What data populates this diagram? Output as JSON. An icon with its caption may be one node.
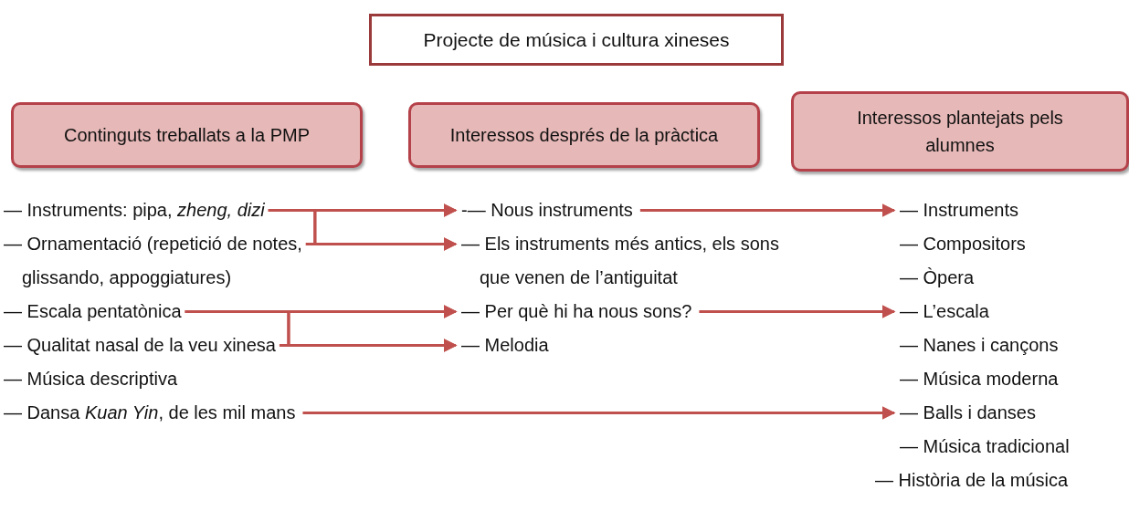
{
  "diagram": {
    "nodes": [
      {
        "text": [
          "Projecte de música i cultura xineses"
        ]
      },
      {
        "text": [
          "Continguts treballats a la PMP"
        ]
      },
      {
        "text": [
          "Interessos després de la pràctica"
        ]
      },
      {
        "text": [
          "Interessos plantejats pels alumnes"
        ]
      },
      {
        "text": [
          "— Instruments: pipa, *zheng, dizi*"
        ]
      },
      {
        "text": [
          "— Ornamentació (repetició de notes, glissando, appoggiatures)"
        ]
      },
      {
        "text": [
          "— Escala pentatònica"
        ]
      },
      {
        "text": [
          "— Qualitat nasal de la veu xinesa"
        ]
      },
      {
        "text": [
          "— Dansa *Kuan Yin*, de les mil mans"
        ]
      },
      {
        "text": [
          "-— Nous instruments"
        ]
      },
      {
        "text": [
          "— Els instruments més antics, els sons que venen de l’antiguitat"
        ]
      },
      {
        "text": [
          "— Per què hi ha nous sons?"
        ]
      },
      {
        "text": [
          "— Melodia"
        ]
      },
      {
        "text": [
          "— Instruments"
        ]
      },
      {
        "text": [
          "— L’escala"
        ]
      },
      {
        "text": [
          "— Balls i danses"
        ]
      }
    ],
    "edges": [
      {
        "from": 4,
        "to": 9,
        "arrow": "to"
      },
      {
        "from": 4,
        "to": 10,
        "arrow": "to"
      },
      {
        "from": 5,
        "to": 9,
        "arrow": "to"
      },
      {
        "from": 5,
        "to": 10,
        "arrow": "to"
      },
      {
        "from": 6,
        "to": 11,
        "arrow": "to"
      },
      {
        "from": 6,
        "to": 12,
        "arrow": "to"
      },
      {
        "from": 7,
        "to": 11,
        "arrow": "to"
      },
      {
        "from": 7,
        "to": 12,
        "arrow": "to"
      },
      {
        "from": 9,
        "to": 13,
        "arrow": "to"
      },
      {
        "from": 11,
        "to": 14,
        "arrow": "to"
      },
      {
        "from": 8,
        "to": 15,
        "arrow": "to"
      }
    ],
    "labels": [
      "— Música descriptiva",
      "— Compositors",
      "— Òpera",
      "— Nanes i cançons",
      "— Música moderna",
      "— Música tradicional",
      "— Història de la música"
    ]
  }
}
